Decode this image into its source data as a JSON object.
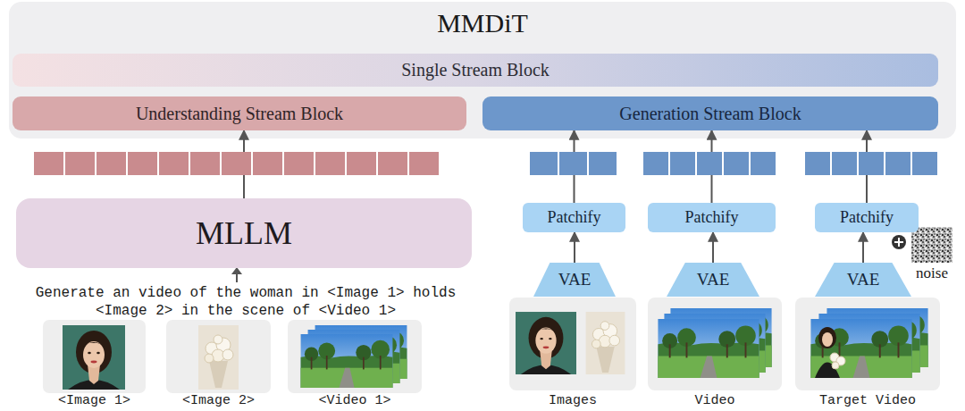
{
  "diagram": {
    "nodes": [
      {
        "text": [
          "MMDiT"
        ]
      },
      {
        "text": [
          "Single Stream Block"
        ],
        "in": 0
      },
      {
        "text": [
          "Understanding Stream Block"
        ],
        "in": 0
      },
      {
        "text": [
          "Generation Stream Block"
        ],
        "in": 0
      },
      {
        "text": [
          "MLLM"
        ]
      },
      {
        "text": [
          "Patchify"
        ]
      },
      {
        "text": [
          "Patchify"
        ]
      },
      {
        "text": [
          "Patchify"
        ]
      },
      {
        "text": [
          "VAE"
        ]
      },
      {
        "text": [
          "VAE"
        ]
      },
      {
        "text": [
          "VAE"
        ]
      },
      {
        "text": [
          "<Image 1>"
        ]
      },
      {
        "text": [
          "<Image 2>"
        ]
      },
      {
        "text": [
          "<Video 1>"
        ]
      },
      {
        "text": [
          "Images"
        ]
      },
      {
        "text": [
          "Video"
        ]
      },
      {
        "text": [
          "Target Video"
        ]
      }
    ],
    "edges": [
      {
        "from": 4,
        "to": 2,
        "arrow": "to"
      },
      {
        "from": 8,
        "to": 5,
        "arrow": "to"
      },
      {
        "from": 9,
        "to": 6,
        "arrow": "to"
      },
      {
        "from": 10,
        "to": 7,
        "arrow": "to"
      },
      {
        "from": 5,
        "to": 3,
        "arrow": "to"
      },
      {
        "from": 6,
        "to": 3,
        "arrow": "to"
      },
      {
        "from": 7,
        "to": 3,
        "arrow": "to"
      }
    ],
    "labels": [
      "Generate an video of the woman in <Image 1> holds <Image 2> in the scene of <Video 1>",
      "noise"
    ]
  }
}
